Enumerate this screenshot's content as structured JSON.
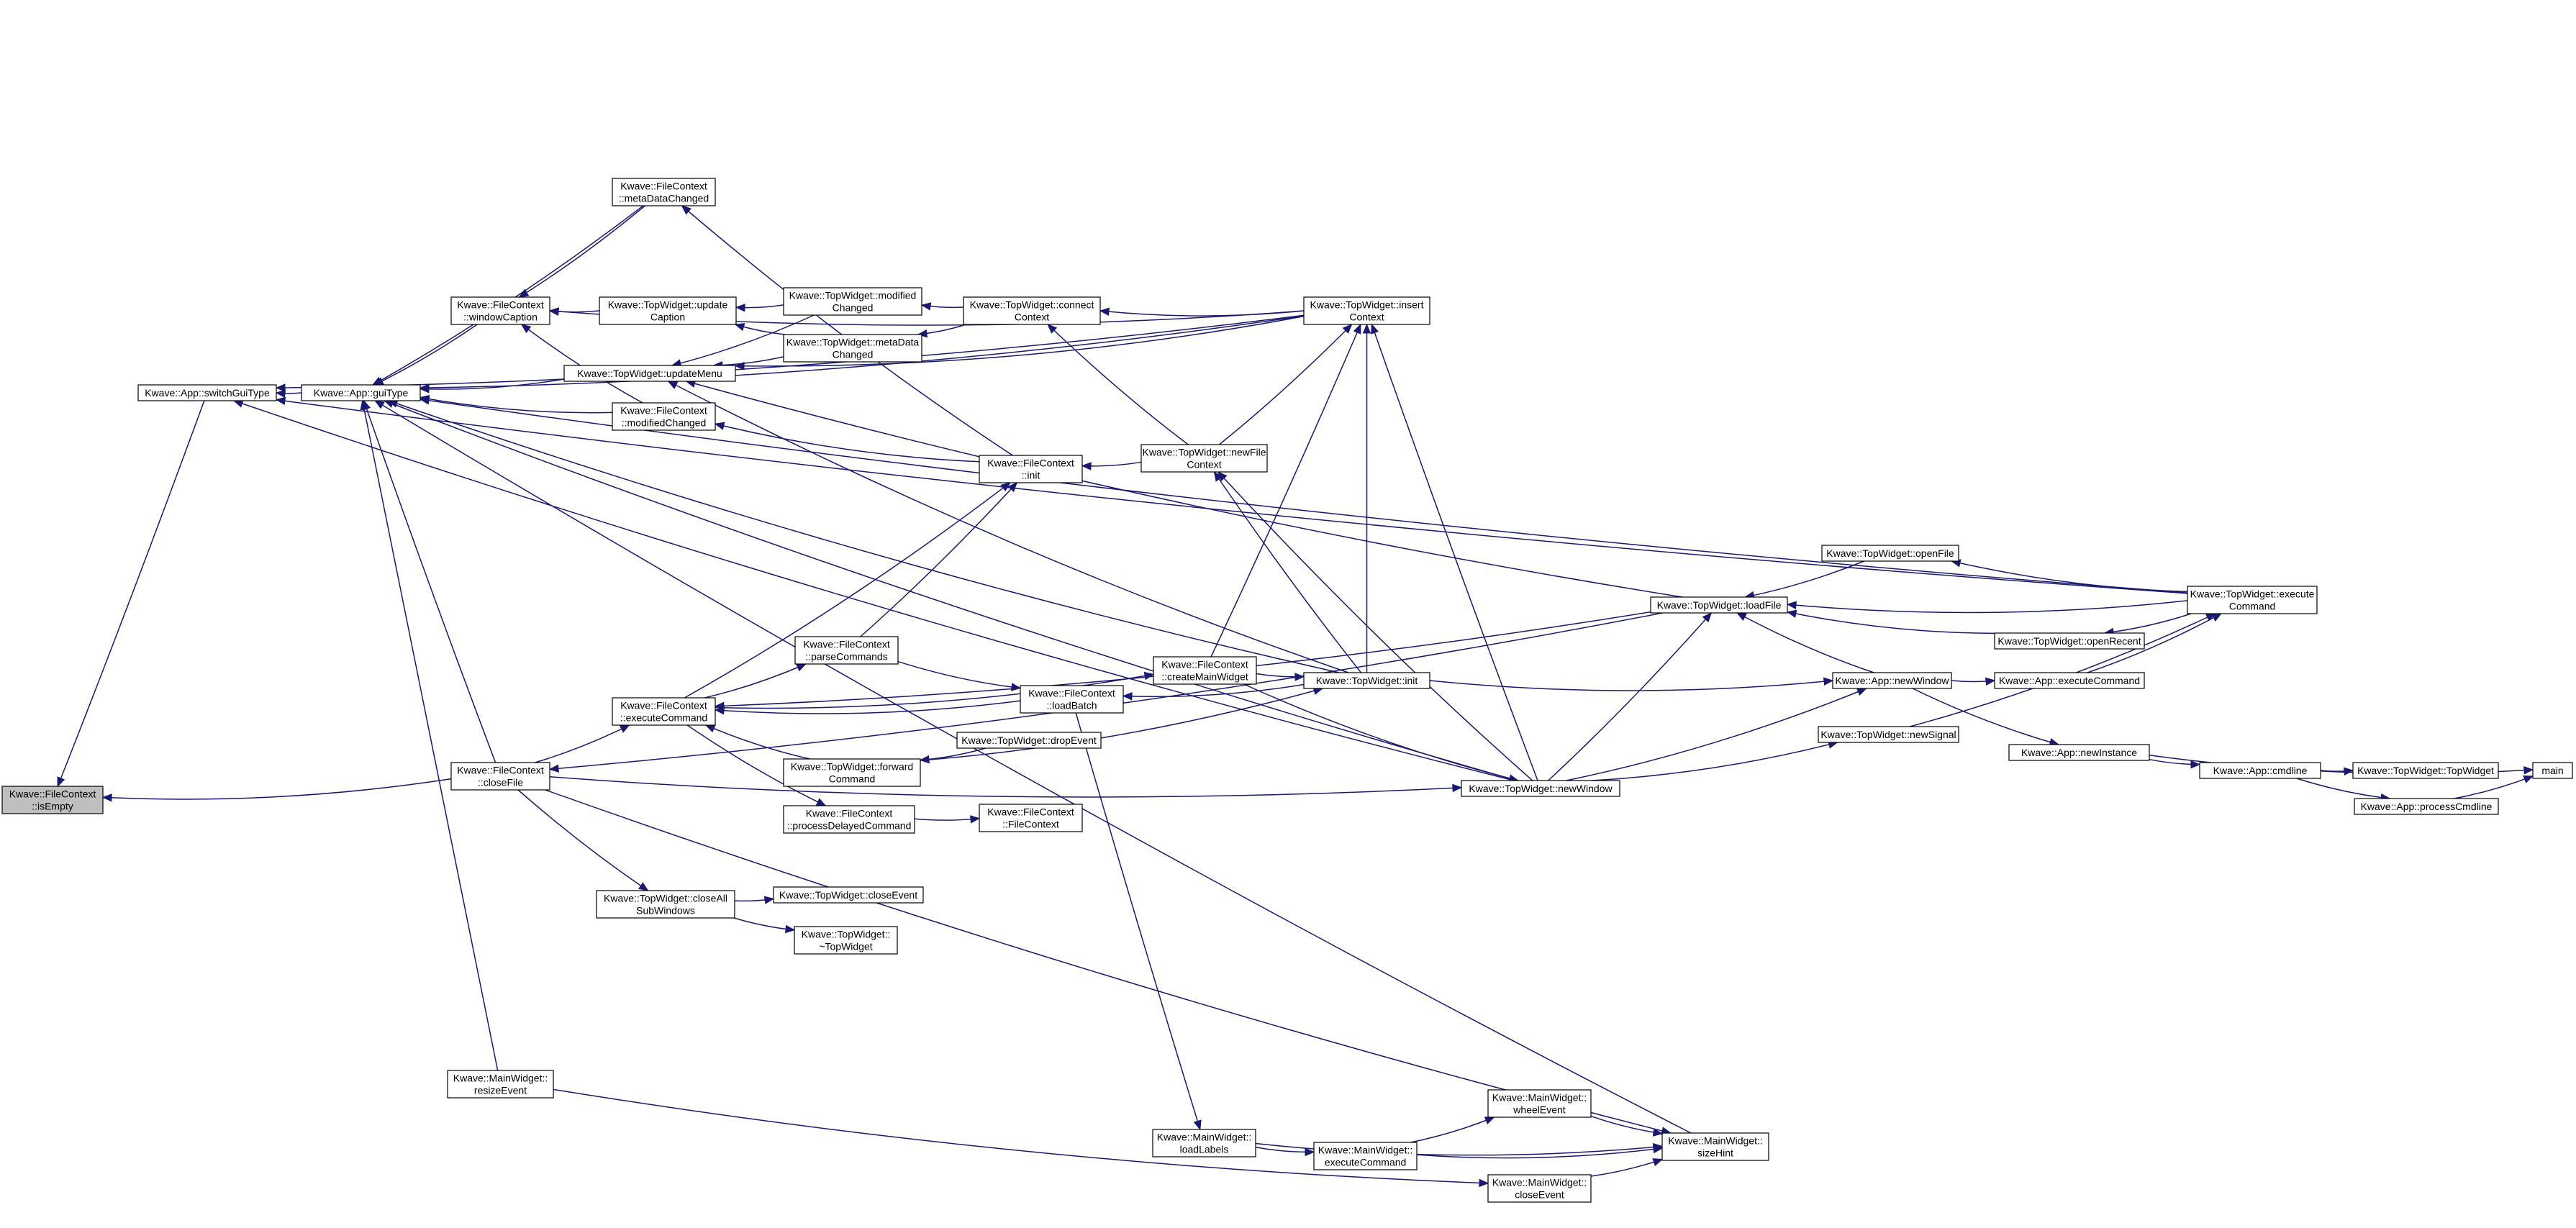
{
  "diagram": {
    "type": "doxygen-caller-graph",
    "colors": {
      "edge": "#191970",
      "node_border": "#000000",
      "root_fill": "#bfbfbf",
      "node_fill": "#ffffff"
    },
    "nodes": [
      {
        "id": "isEmpty",
        "lines": [
          "Kwave::FileContext",
          "::isEmpty"
        ],
        "root": true
      },
      {
        "id": "switchGuiType",
        "lines": [
          "Kwave::App::switchGuiType"
        ]
      },
      {
        "id": "guiType",
        "lines": [
          "Kwave::App::guiType"
        ]
      },
      {
        "id": "metaDataChangedFC",
        "lines": [
          "Kwave::FileContext",
          "::metaDataChanged"
        ]
      },
      {
        "id": "windowCaption",
        "lines": [
          "Kwave::FileContext",
          "::windowCaption"
        ]
      },
      {
        "id": "updateCaption",
        "lines": [
          "Kwave::TopWidget::update",
          "Caption"
        ]
      },
      {
        "id": "modifiedChangedTW",
        "lines": [
          "Kwave::TopWidget::modified",
          "Changed"
        ]
      },
      {
        "id": "metaDataChangedTW",
        "lines": [
          "Kwave::TopWidget::metaData",
          "Changed"
        ]
      },
      {
        "id": "updateMenu",
        "lines": [
          "Kwave::TopWidget::updateMenu"
        ]
      },
      {
        "id": "modifiedChangedFC",
        "lines": [
          "Kwave::FileContext",
          "::modifiedChanged"
        ]
      },
      {
        "id": "connectContext",
        "lines": [
          "Kwave::TopWidget::connect",
          "Context"
        ]
      },
      {
        "id": "insertContext",
        "lines": [
          "Kwave::TopWidget::insert",
          "Context"
        ]
      },
      {
        "id": "newFileContext",
        "lines": [
          "Kwave::TopWidget::newFile",
          "Context"
        ]
      },
      {
        "id": "fcInit",
        "lines": [
          "Kwave::FileContext",
          "::init"
        ]
      },
      {
        "id": "openFile",
        "lines": [
          "Kwave::TopWidget::openFile"
        ]
      },
      {
        "id": "executeCommandTW",
        "lines": [
          "Kwave::TopWidget::execute",
          "Command"
        ]
      },
      {
        "id": "loadFile",
        "lines": [
          "Kwave::TopWidget::loadFile"
        ]
      },
      {
        "id": "openRecent",
        "lines": [
          "Kwave::TopWidget::openRecent"
        ]
      },
      {
        "id": "parseCommands",
        "lines": [
          "Kwave::FileContext",
          "::parseCommands"
        ]
      },
      {
        "id": "createMainWidget",
        "lines": [
          "Kwave::FileContext",
          "::createMainWidget"
        ]
      },
      {
        "id": "executeCommandFC",
        "lines": [
          "Kwave::FileContext",
          "::executeCommand"
        ]
      },
      {
        "id": "loadBatch",
        "lines": [
          "Kwave::FileContext",
          "::loadBatch"
        ]
      },
      {
        "id": "twInit",
        "lines": [
          "Kwave::TopWidget::init"
        ]
      },
      {
        "id": "newWindowApp",
        "lines": [
          "Kwave::App::newWindow"
        ]
      },
      {
        "id": "executeCommandApp",
        "lines": [
          "Kwave::App::executeCommand"
        ]
      },
      {
        "id": "dropEvent",
        "lines": [
          "Kwave::TopWidget::dropEvent"
        ]
      },
      {
        "id": "forwardCommand",
        "lines": [
          "Kwave::TopWidget::forward",
          "Command"
        ]
      },
      {
        "id": "closeFile",
        "lines": [
          "Kwave::FileContext",
          "::closeFile"
        ]
      },
      {
        "id": "newSignal",
        "lines": [
          "Kwave::TopWidget::newSignal"
        ]
      },
      {
        "id": "newInstance",
        "lines": [
          "Kwave::App::newInstance"
        ]
      },
      {
        "id": "cmdline",
        "lines": [
          "Kwave::App::cmdline"
        ]
      },
      {
        "id": "topWidgetCtor",
        "lines": [
          "Kwave::TopWidget::TopWidget"
        ]
      },
      {
        "id": "main",
        "lines": [
          "main"
        ]
      },
      {
        "id": "processCmdline",
        "lines": [
          "Kwave::App::processCmdline"
        ]
      },
      {
        "id": "newWindowTW",
        "lines": [
          "Kwave::TopWidget::newWindow"
        ]
      },
      {
        "id": "processDelayedCommand",
        "lines": [
          "Kwave::FileContext",
          "::processDelayedCommand"
        ]
      },
      {
        "id": "fcCtor",
        "lines": [
          "Kwave::FileContext",
          "::FileContext"
        ]
      },
      {
        "id": "closeAllSubWindows",
        "lines": [
          "Kwave::TopWidget::closeAll",
          "SubWindows"
        ]
      },
      {
        "id": "closeEventTW",
        "lines": [
          "Kwave::TopWidget::closeEvent"
        ]
      },
      {
        "id": "twDtor",
        "lines": [
          "Kwave::TopWidget::",
          "~TopWidget"
        ]
      },
      {
        "id": "resizeEvent",
        "lines": [
          "Kwave::MainWidget::",
          "resizeEvent"
        ]
      },
      {
        "id": "wheelEvent",
        "lines": [
          "Kwave::MainWidget::",
          "wheelEvent"
        ]
      },
      {
        "id": "loadLabels",
        "lines": [
          "Kwave::MainWidget::",
          "loadLabels"
        ]
      },
      {
        "id": "executeCommandMW",
        "lines": [
          "Kwave::MainWidget::",
          "executeCommand"
        ]
      },
      {
        "id": "sizeHint",
        "lines": [
          "Kwave::MainWidget::",
          "sizeHint"
        ]
      },
      {
        "id": "closeEventMW",
        "lines": [
          "Kwave::MainWidget::",
          "closeEvent"
        ]
      }
    ],
    "edges": [
      [
        "switchGuiType",
        "isEmpty"
      ],
      [
        "closeFile",
        "isEmpty"
      ],
      [
        "guiType",
        "switchGuiType"
      ],
      [
        "insertContext",
        "switchGuiType"
      ],
      [
        "executeCommandTW",
        "switchGuiType"
      ],
      [
        "newWindowTW",
        "switchGuiType"
      ],
      [
        "metaDataChangedFC",
        "guiType"
      ],
      [
        "windowCaption",
        "guiType"
      ],
      [
        "updateMenu",
        "guiType"
      ],
      [
        "modifiedChangedFC",
        "guiType"
      ],
      [
        "closeFile",
        "guiType"
      ],
      [
        "resizeEvent",
        "guiType"
      ],
      [
        "insertContext",
        "guiType"
      ],
      [
        "executeCommandTW",
        "guiType"
      ],
      [
        "twInit",
        "guiType"
      ],
      [
        "newWindowTW",
        "guiType"
      ],
      [
        "sizeHint",
        "guiType"
      ],
      [
        "fcInit",
        "metaDataChangedFC"
      ],
      [
        "metaDataChangedFC",
        "windowCaption"
      ],
      [
        "modifiedChangedFC",
        "windowCaption"
      ],
      [
        "updateCaption",
        "windowCaption"
      ],
      [
        "insertContext",
        "windowCaption"
      ],
      [
        "modifiedChangedTW",
        "updateCaption"
      ],
      [
        "metaDataChangedTW",
        "updateCaption"
      ],
      [
        "connectContext",
        "modifiedChangedTW"
      ],
      [
        "connectContext",
        "metaDataChangedTW"
      ],
      [
        "modifiedChangedTW",
        "updateMenu"
      ],
      [
        "metaDataChangedTW",
        "updateMenu"
      ],
      [
        "insertContext",
        "updateMenu"
      ],
      [
        "loadFile",
        "updateMenu"
      ],
      [
        "twInit",
        "updateMenu"
      ],
      [
        "fcInit",
        "modifiedChangedFC"
      ],
      [
        "insertContext",
        "connectContext"
      ],
      [
        "newFileContext",
        "connectContext"
      ],
      [
        "newFileContext",
        "insertContext"
      ],
      [
        "twInit",
        "insertContext"
      ],
      [
        "newWindowTW",
        "insertContext"
      ],
      [
        "createMainWidget",
        "insertContext"
      ],
      [
        "twInit",
        "newFileContext"
      ],
      [
        "newWindowTW",
        "newFileContext"
      ],
      [
        "newFileContext",
        "fcInit"
      ],
      [
        "parseCommands",
        "fcInit"
      ],
      [
        "executeCommandFC",
        "fcInit"
      ],
      [
        "loadFile",
        "closeFile"
      ],
      [
        "executeCommandTW",
        "openFile"
      ],
      [
        "openFile",
        "loadFile"
      ],
      [
        "executeCommandTW",
        "loadFile"
      ],
      [
        "openRecent",
        "loadFile"
      ],
      [
        "newWindowApp",
        "loadFile"
      ],
      [
        "newWindowTW",
        "loadFile"
      ],
      [
        "loadFile",
        "executeCommandFC"
      ],
      [
        "executeCommandTW",
        "openRecent"
      ],
      [
        "executeCommandApp",
        "executeCommandTW"
      ],
      [
        "newSignal",
        "executeCommandTW"
      ],
      [
        "executeCommandFC",
        "parseCommands"
      ],
      [
        "parseCommands",
        "loadBatch"
      ],
      [
        "loadBatch",
        "executeCommandFC"
      ],
      [
        "executeCommandFC",
        "createMainWidget"
      ],
      [
        "createMainWidget",
        "twInit"
      ],
      [
        "createMainWidget",
        "newWindowTW"
      ],
      [
        "twInit",
        "loadBatch"
      ],
      [
        "twInit",
        "newWindowApp"
      ],
      [
        "newWindowApp",
        "executeCommandApp"
      ],
      [
        "newWindowApp",
        "newInstance"
      ],
      [
        "newWindowTW",
        "newWindowApp"
      ],
      [
        "newWindowTW",
        "newSignal"
      ],
      [
        "newInstance",
        "cmdline"
      ],
      [
        "newInstance",
        "main"
      ],
      [
        "cmdline",
        "topWidgetCtor"
      ],
      [
        "cmdline",
        "processCmdline"
      ],
      [
        "processCmdline",
        "main"
      ],
      [
        "forwardCommand",
        "executeCommandFC"
      ],
      [
        "dropEvent",
        "forwardCommand"
      ],
      [
        "forwardCommand",
        "twInit"
      ],
      [
        "executeCommandFC",
        "processDelayedCommand"
      ],
      [
        "processDelayedCommand",
        "fcCtor"
      ],
      [
        "closeFile",
        "executeCommandFC"
      ],
      [
        "closeFile",
        "closeAllSubWindows"
      ],
      [
        "closeFile",
        "newWindowTW"
      ],
      [
        "closeFile",
        "sizeHint"
      ],
      [
        "closeAllSubWindows",
        "closeEventTW"
      ],
      [
        "closeAllSubWindows",
        "twDtor"
      ],
      [
        "resizeEvent",
        "closeEventMW"
      ],
      [
        "loadBatch",
        "loadLabels"
      ],
      [
        "loadLabels",
        "executeCommandMW"
      ],
      [
        "loadLabels",
        "sizeHint"
      ],
      [
        "executeCommandMW",
        "wheelEvent"
      ],
      [
        "executeCommandMW",
        "sizeHint"
      ],
      [
        "wheelEvent",
        "sizeHint"
      ],
      [
        "closeEventMW",
        "sizeHint"
      ]
    ]
  }
}
